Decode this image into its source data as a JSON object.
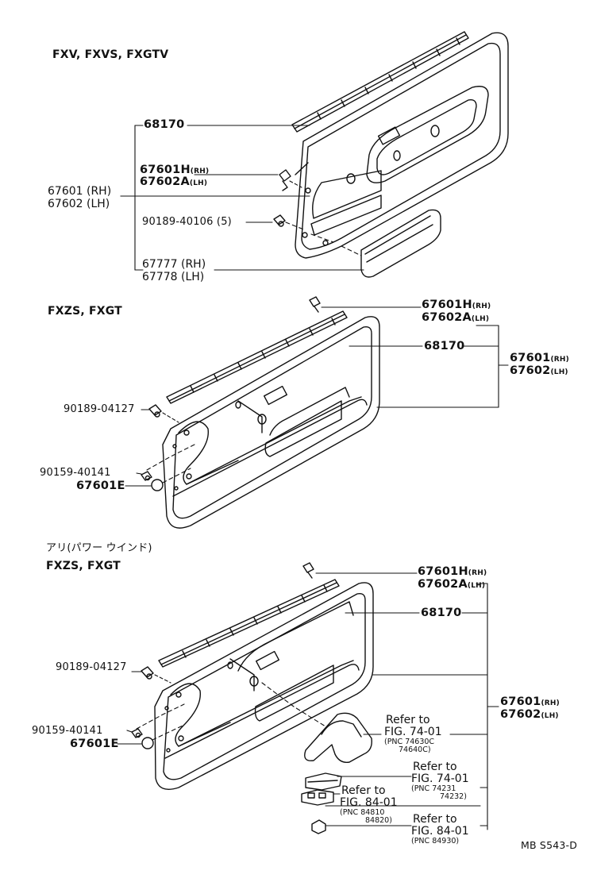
{
  "sections": {
    "s1": {
      "header": "FXV, FXVS, FXGTV",
      "p68170": "68170",
      "p67601H": "67601H",
      "p67601H_rh": "(RH)",
      "p67602A": "67602A",
      "p67602A_lh": "(LH)",
      "p67601": "67601 (RH)",
      "p67602": "67602 (LH)",
      "p90189": "90189-40106 (5)",
      "p67777": "67777 (RH)",
      "p67778": "67778 (LH)"
    },
    "s2": {
      "header": "FXZS, FXGT",
      "p67601H": "67601H",
      "p67601H_rh": "(RH)",
      "p67602A": "67602A",
      "p67602A_lh": "(LH)",
      "p68170": "68170",
      "p67601": "67601",
      "p67601_rh": "(RH)",
      "p67602": "67602",
      "p67602_lh": "(LH)",
      "p90189": "90189-04127",
      "p90159": "90159-40141",
      "p67601E": "67601E"
    },
    "s3": {
      "note": "アリ(パワー ウインド)",
      "header": "FXZS, FXGT",
      "p67601H": "67601H",
      "p67601H_rh": "(RH)",
      "p67602A": "67602A",
      "p67602A_lh": "(LH)",
      "p68170": "68170",
      "p90189": "90189-04127",
      "p67601": "67601",
      "p67601_rh": "(RH)",
      "p67602": "67602",
      "p67602_lh": "(LH)",
      "p90159": "90159-40141",
      "p67601E": "67601E",
      "ref1": {
        "line1": "Refer to",
        "line2": "FIG. 74-01",
        "pnc_a": "(PNC 74630C",
        "pnc_b": "74640C)"
      },
      "ref2": {
        "line1": "Refer to",
        "line2": "FIG. 74-01",
        "pnc_a": "(PNC 74231",
        "pnc_b": "74232)"
      },
      "ref3": {
        "line1": "Refer to",
        "line2": "FIG. 84-01",
        "pnc_a": "(PNC 84810",
        "pnc_b": "84820)"
      },
      "ref4": {
        "line1": "Refer to",
        "line2": "FIG. 84-01",
        "pnc_a": "(PNC 84930)"
      }
    }
  },
  "footer": {
    "code": "MB S543-D"
  },
  "colors": {
    "ink": "#111111",
    "paper": "#ffffff"
  }
}
